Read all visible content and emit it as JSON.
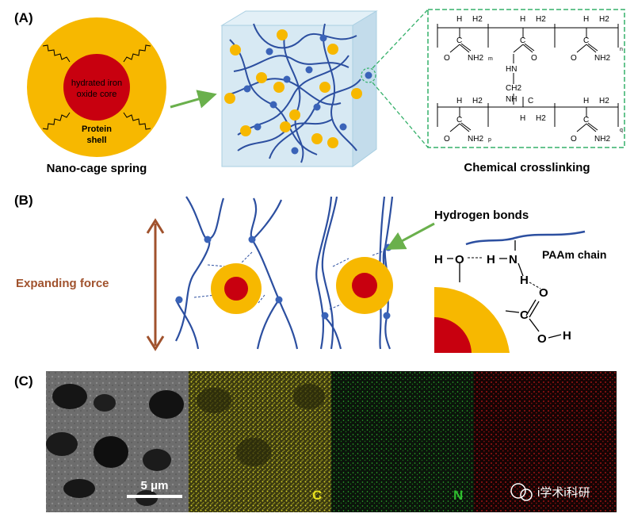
{
  "panels": {
    "a_label": "(A)",
    "b_label": "(B)",
    "c_label": "(C)"
  },
  "panel_a": {
    "core_text_1": "hydrated iron",
    "core_text_2": "oxide core",
    "shell_text_1": "Protein",
    "shell_text_2": "shell",
    "caption_left": "Nano-cage spring",
    "caption_right": "Chemical crosslinking",
    "chem": {
      "h": "H",
      "h2": "H2",
      "c": "C",
      "o": "O",
      "nh2": "NH2",
      "hn": "HN",
      "nh": "NH",
      "ch2": "CH2",
      "sub_m": "m",
      "sub_n": "n",
      "sub_p": "p",
      "sub_q": "q"
    }
  },
  "panel_b": {
    "expanding_force": "Expanding force",
    "hydrogen_bonds": "Hydrogen bonds",
    "paam_chain": "PAAm chain",
    "h": "H",
    "o": "O",
    "n": "N",
    "c": "C"
  },
  "panel_c": {
    "scale_bar": "5 μm",
    "label_c": "C",
    "label_n": "N",
    "watermark": "i学术i科研"
  },
  "colors": {
    "shell": "#f7b800",
    "core": "#c8000f",
    "chain": "#2c4fa0",
    "node": "#3a63b8",
    "arrow_green": "#6ab04c",
    "force_brown": "#a0522d",
    "cube": "#c8e0ee",
    "dashed_green": "#35b06a"
  }
}
